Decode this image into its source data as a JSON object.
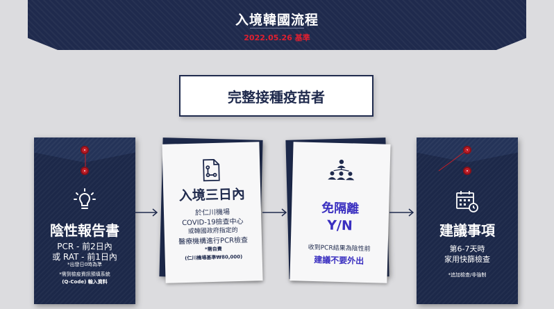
{
  "header": {
    "title": "入境韓國流程",
    "date": "2022.05.26 基準"
  },
  "section_heading": "完整接種疫苗者",
  "steps": [
    {
      "icon": "lightbulb-icon",
      "title": "陰性報告書",
      "line1": "PCR - 前2日內",
      "line2": "或 RAT -  前1日內",
      "note": "*出發日0時為準",
      "extra1": "*需到檢疫資訊預填系統",
      "extra2": "(Q-Code) 輸入資料"
    },
    {
      "icon": "flowchart-document-icon",
      "title": "入境三日內",
      "line1": "於仁川機場",
      "line2": "COVID-19檢查中心",
      "line3": "或韓國政府指定的",
      "line4": "醫療機構進行PCR檢查",
      "note1": "*需自費",
      "note2": "(仁川機場基準₩80,000)"
    },
    {
      "icon": "people-network-icon",
      "title": "免隔離",
      "subtitle": "Y/N",
      "line1": "收到PCR結果為陰性前",
      "line2": "建議不要外出"
    },
    {
      "icon": "calendar-clock-icon",
      "title": "建議事項",
      "line1": "第6-7天時",
      "line2": "家用快篩檢查",
      "note": "*追加檢查/非強制"
    }
  ],
  "colors": {
    "navy": "#1f2a4d",
    "red": "#e02030",
    "purple": "#3a2fc0",
    "background": "#dcdcdf"
  }
}
